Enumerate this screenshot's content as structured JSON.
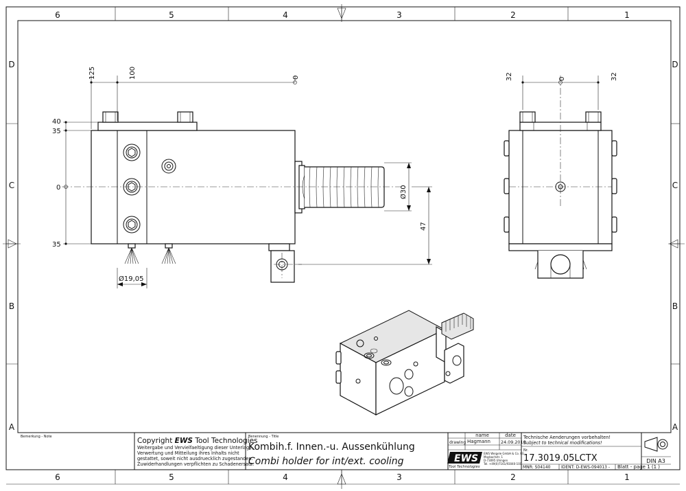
{
  "frame": {
    "columns": [
      "6",
      "5",
      "4",
      "3",
      "2",
      "1"
    ],
    "rows": [
      "D",
      "C",
      "B",
      "A"
    ]
  },
  "dimensions": {
    "top_125": "125",
    "top_100": "100",
    "top_0": "0",
    "left_40": "40",
    "left_35_top": "35",
    "left_0": "0",
    "left_35_bottom": "35",
    "dia30": "Ø30",
    "d47": "47",
    "dia1905": "Ø19,05",
    "side_32_left": "32",
    "side_0": "0",
    "side_32_right": "32"
  },
  "title_block": {
    "remark_label": "Bemerkung - Note",
    "copyright_prefix": "Copyright ",
    "copyright_brand": "EWS",
    "copyright_suffix": " Tool Technologies",
    "copyright_lines": [
      "Weitergabe und Vervielfaeltigung dieser Unterlage,",
      "Verwertung und Mitteilung ihres Inhalts nicht",
      "gestattet, soweit nicht ausdruecklich zugestanden.",
      "Zuwiderhandlungen verpflichten zu Schadenersatz."
    ],
    "title_label": "Benennung - Title",
    "title_de": "Kombih.f. Innen.-u. Aussenkühlung",
    "title_en": "Combi holder for int/ext. cooling",
    "name_header": "name",
    "date_header": "date",
    "drawing_label": "drawing",
    "drawn_by": "Hagmann",
    "drawn_date": "24.09.2010",
    "logo_text": "EWS",
    "logo_sub": "Tool Technologies",
    "company_lines": [
      "EWS Weigele GmbH & Co. KG",
      "Maybachstr. 1",
      "D-73095 Uhingen",
      "Tel. +49(0)7161/93040-100"
    ],
    "change_notice_de": "Technische Aenderungen vorbehalten!",
    "change_notice_en": "Subject to technical modifications!",
    "nr_label": "Nr.",
    "part_number": "17.3019.05LCTX",
    "mnr": "MNR: S04140",
    "ident": "IDENT: D-EWS-094013 -",
    "sheet": "Blatt - page  1 (1 )",
    "paper_size": "DIN A3"
  }
}
